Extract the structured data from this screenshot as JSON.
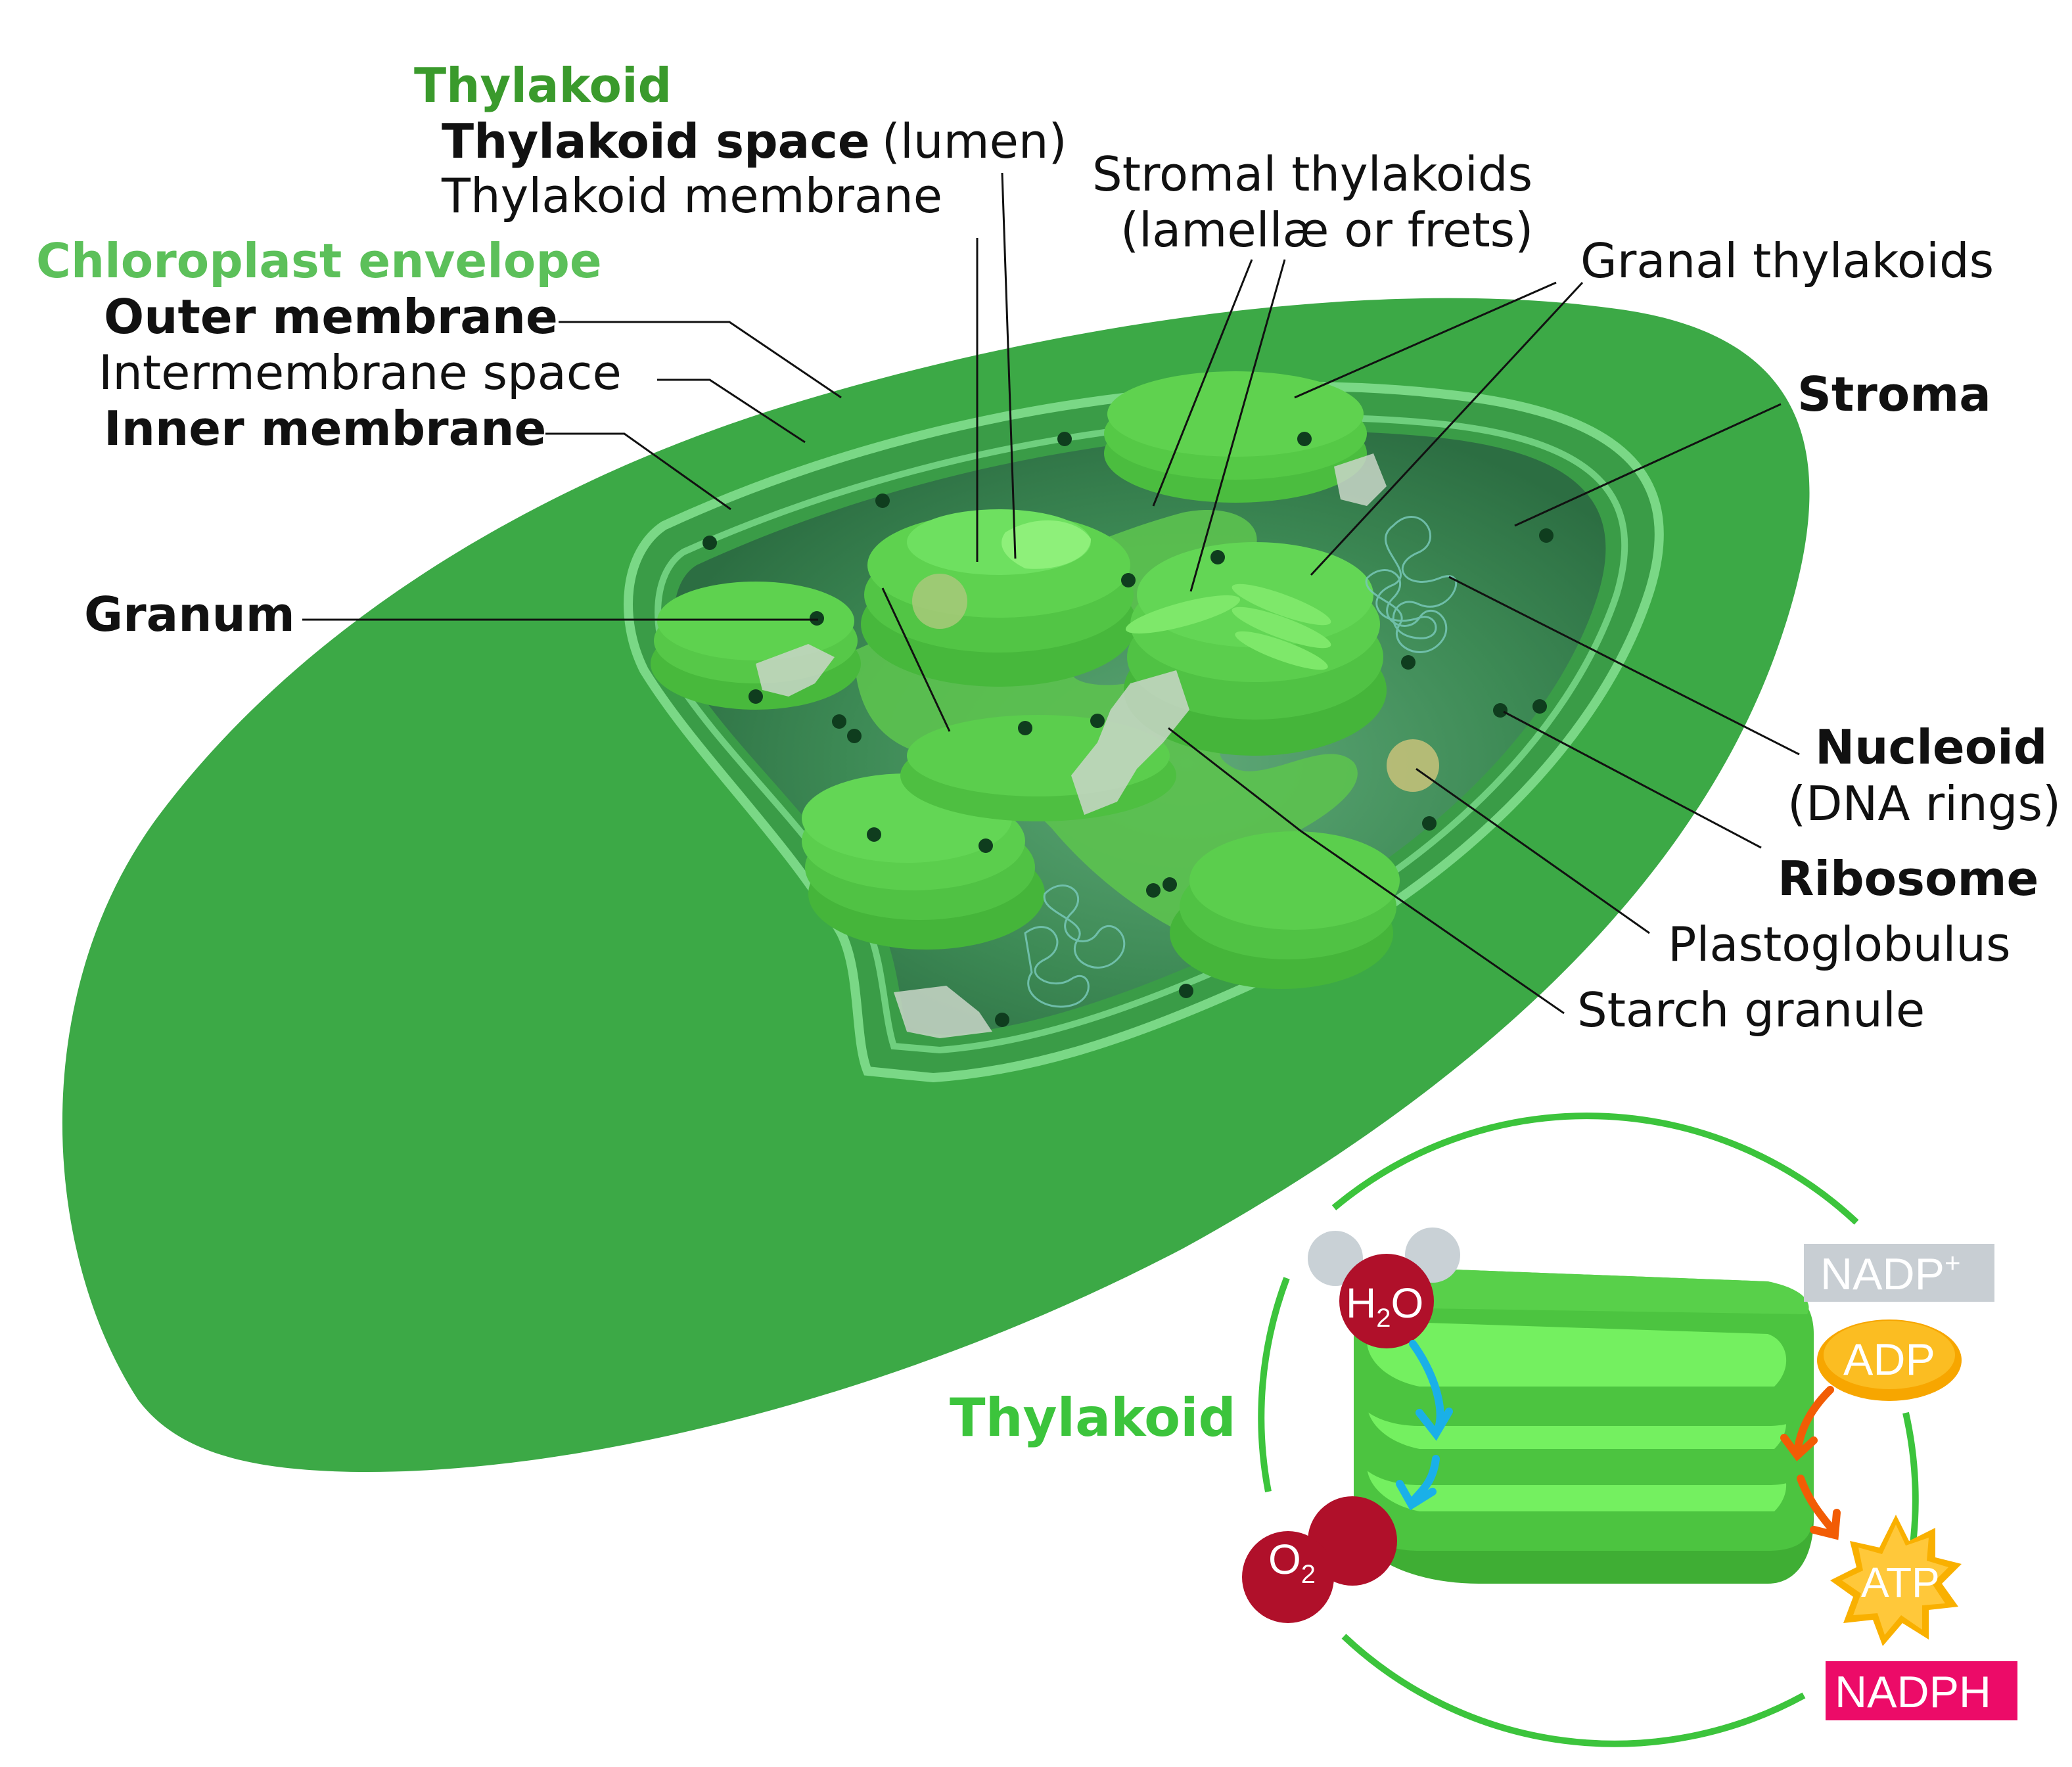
{
  "labels": {
    "thylakoid_heading": "Thylakoid",
    "thylakoid_space": "Thylakoid space",
    "lumen": "(lumen)",
    "thylakoid_membrane": "Thylakoid membrane",
    "stromal_thylakoids": "Stromal thylakoids",
    "lamellae": "(lamellæ or frets)",
    "granal_thylakoids": "Granal thylakoids",
    "envelope_heading": "Chloroplast envelope",
    "outer_membrane": "Outer membrane",
    "intermembrane_space": "Intermembrane space",
    "inner_membrane": "Inner membrane",
    "stroma": "Stroma",
    "granum": "Granum",
    "nucleoid": "Nucleoid",
    "dna_rings": "(DNA rings)",
    "ribosome": "Ribosome",
    "plastoglobulus": "Plastoglobulus",
    "starch_granule": "Starch granule"
  },
  "inset": {
    "title": "Thylakoid",
    "h2o_h": "H",
    "h2o_sub": "2",
    "h2o_o": "O",
    "o2_o": "O",
    "o2_sub": "2",
    "nadp_plus": "NADP",
    "nadp_sup": "+",
    "adp": "ADP",
    "atp": "ATP",
    "nadph": "NADPH"
  },
  "colors": {
    "label_dark_green": "#3a9a2c",
    "label_light_green": "#5cc05a",
    "chloroplast_body": "#3ca946",
    "interior": "#2d7a3f",
    "thylakoid": "#5fd04f",
    "inset_ring": "#3cc43c",
    "water_red": "#b0102a",
    "nadp_grey": "#c8ced3",
    "adp_orange": "#f7a600",
    "atp_yellow": "#f9b000",
    "nadph_pink": "#ec0b68",
    "arrow_cyan": "#1ab0e8",
    "arrow_orange": "#f25c05"
  }
}
